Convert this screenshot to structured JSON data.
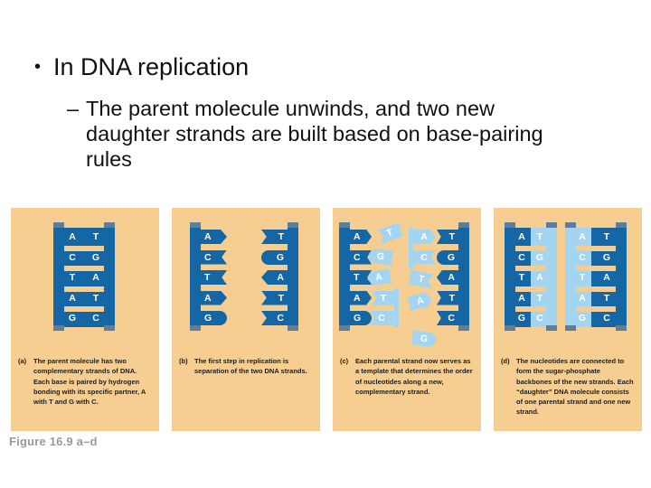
{
  "title": {
    "bullet": "•",
    "text": "In DNA replication"
  },
  "subtitle": {
    "dash": "–",
    "text": "The parent molecule unwinds, and two new daughter strands are built based on base-pairing rules"
  },
  "figure_label": "Figure 16.9 a–d",
  "colors": {
    "panel_bg": "#F7CE92",
    "parental_strand": "#1566A4",
    "new_strand": "#A3D5F0",
    "rung_gap": "#F4CD94",
    "rail_cap": "#5E7D9B",
    "base_letter": "#FFFFFF"
  },
  "sequences": {
    "parental_left": [
      "A",
      "C",
      "T",
      "A",
      "G"
    ],
    "parental_right": [
      "T",
      "G",
      "A",
      "T",
      "C"
    ]
  },
  "panels": [
    {
      "label": "(a)",
      "caption": "The parent molecule has two complementary strands of DNA. Each base is paired by hydrogen bonding with its specific partner, A with T and G with C.",
      "diagram": {
        "type": "ladder"
      }
    },
    {
      "label": "(b)",
      "caption": "The first step in replication is separation of the two DNA strands.",
      "diagram": {
        "type": "separated"
      }
    },
    {
      "label": "(c)",
      "caption": "Each parental strand now serves as a template that determines the order of nucleotides along a new, complementary strand.",
      "diagram": {
        "type": "template",
        "incoming_left": [
          "T",
          "G",
          "A",
          "T",
          "C"
        ],
        "incoming_left_states": [
          "floating",
          "floating",
          "floating",
          "attached",
          "attached"
        ],
        "incoming_right": [
          "A",
          "C",
          "T",
          "A"
        ],
        "incoming_right_states": [
          "attached",
          "attached",
          "floating",
          "floating"
        ],
        "free_nucleotide": "G"
      }
    },
    {
      "label": "(d)",
      "caption": "The nucleotides are connected to form the sugar-phosphate backbones of the new strands. Each “daughter” DNA molecule consists of one parental strand and one new strand.",
      "diagram": {
        "type": "two_ladders"
      }
    }
  ]
}
